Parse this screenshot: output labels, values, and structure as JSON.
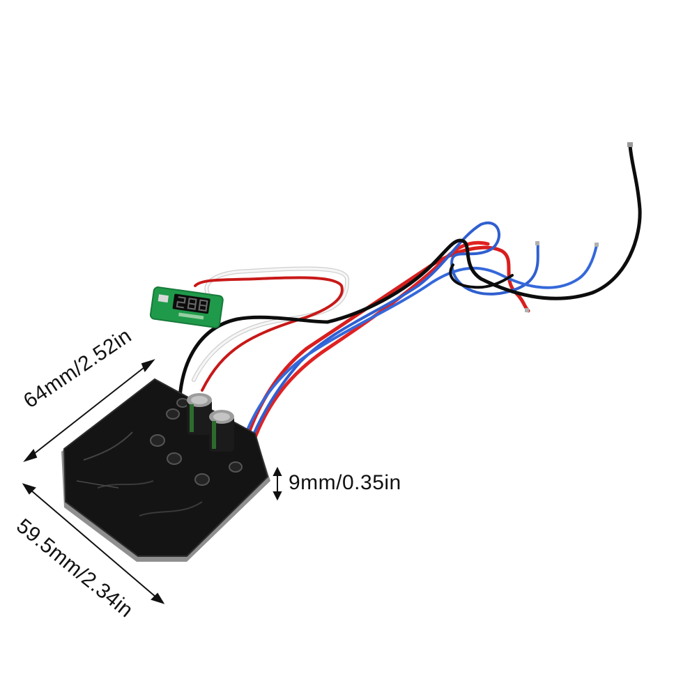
{
  "dimensions": {
    "length_label": "64mm/2.52in",
    "width_label": "59.5mm/2.34in",
    "height_label": "9mm/0.35in"
  },
  "colors": {
    "background": "#ffffff",
    "controller_body": "#141414",
    "pcb": "#1f9a4a",
    "wire_red": "#d81e1e",
    "wire_blue": "#2f5fd0",
    "wire_black": "#111111",
    "wire_white": "#f2f2f2"
  }
}
